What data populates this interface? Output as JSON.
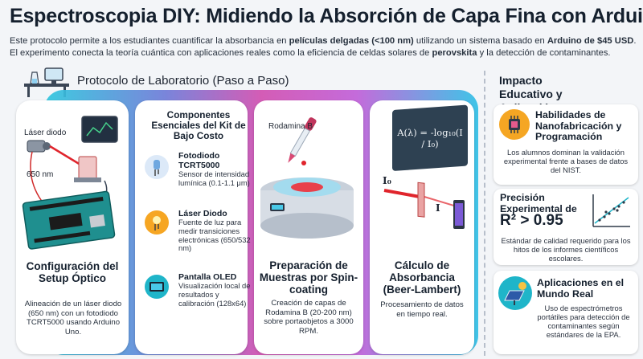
{
  "header": {
    "title": "Espectroscopia DIY: Midiendo la Absorción de Capa Fina con Arduino",
    "intro": {
      "p1": "Este protocolo permite a los estudiantes cuantificar la absorbancia en ",
      "b1": "películas delgadas (<100 nm)",
      "p2": " utilizando un sistema basado en ",
      "b2": "Arduino de $45 USD",
      "p3": ". El experimento conecta la teoría cuántica con aplicaciones reales como la eficiencia de celdas solares de ",
      "b3": "perovskita",
      "p4": " y la detección de contaminantes."
    }
  },
  "protocol": {
    "heading": "Protocolo de Laboratorio (Paso a Paso)",
    "steps": [
      {
        "title": "Configuración del Setup Óptico",
        "description": "Alineación de un láser diodo (650 nm) con un fotodiodo TCRT5000 usando Arduino Uno.",
        "labels": {
          "laser": "Láser diodo",
          "wavelength": "650 nm"
        }
      },
      {
        "heading": "Componentes Esenciales del Kit de Bajo Costo",
        "components": [
          {
            "name": "Fotodiodo TCRT5000",
            "description": "Sensor de intensidad lumínica (0.1-1.1 μm)",
            "icon": "photodiode-icon"
          },
          {
            "name": "Láser Diodo",
            "description": "Fuente de luz para medir transiciones electrónicas (650/532 nm)",
            "icon": "laser-diode-icon"
          },
          {
            "name": "Pantalla OLED",
            "description": "Visualización local de resultados y calibración (128x64)",
            "icon": "oled-display-icon"
          }
        ]
      },
      {
        "title": "Preparación de Muestras por Spin-coating",
        "description": "Creación de capas de Rodamina B (20-200 nm) sobre portaobjetos a 3000 RPM.",
        "labels": {
          "dye": "Rodamina B"
        }
      },
      {
        "title": "Cálculo de Absorbancia (Beer-Lambert)",
        "description": "Procesamiento de datos en tiempo real.",
        "formula": "A(λ) = -log₁₀(I / I₀)",
        "labels": {
          "i0": "I₀",
          "i": "I"
        }
      }
    ]
  },
  "impact": {
    "heading": "Impacto Educativo y Aplicación",
    "cards": [
      {
        "title": "Habilidades de Nanofabricación y Programación",
        "description": "Los alumnos dominan la validación experimental frente a bases de datos del NIST.",
        "icon": "microchip-icon"
      },
      {
        "title": "Precisión Experimental de",
        "metric": "R² > 0.95",
        "description": "Estándar de calidad requerido para los hitos de los informes científicos escolares.",
        "icon": "scatter-plot-icon"
      },
      {
        "title": "Aplicaciones en el Mundo Real",
        "description": "Uso de espectrómetros portátiles para detección de contaminantes según estándares de la EPA.",
        "icon": "solar-panel-icon"
      }
    ]
  },
  "colors": {
    "band_start": "#2ec7de",
    "band_mid": "#d14fb0",
    "band_end": "#2fc0e6",
    "laser": "#e0242c",
    "accent_orange": "#f59a1a",
    "accent_teal": "#1fb5c9"
  }
}
